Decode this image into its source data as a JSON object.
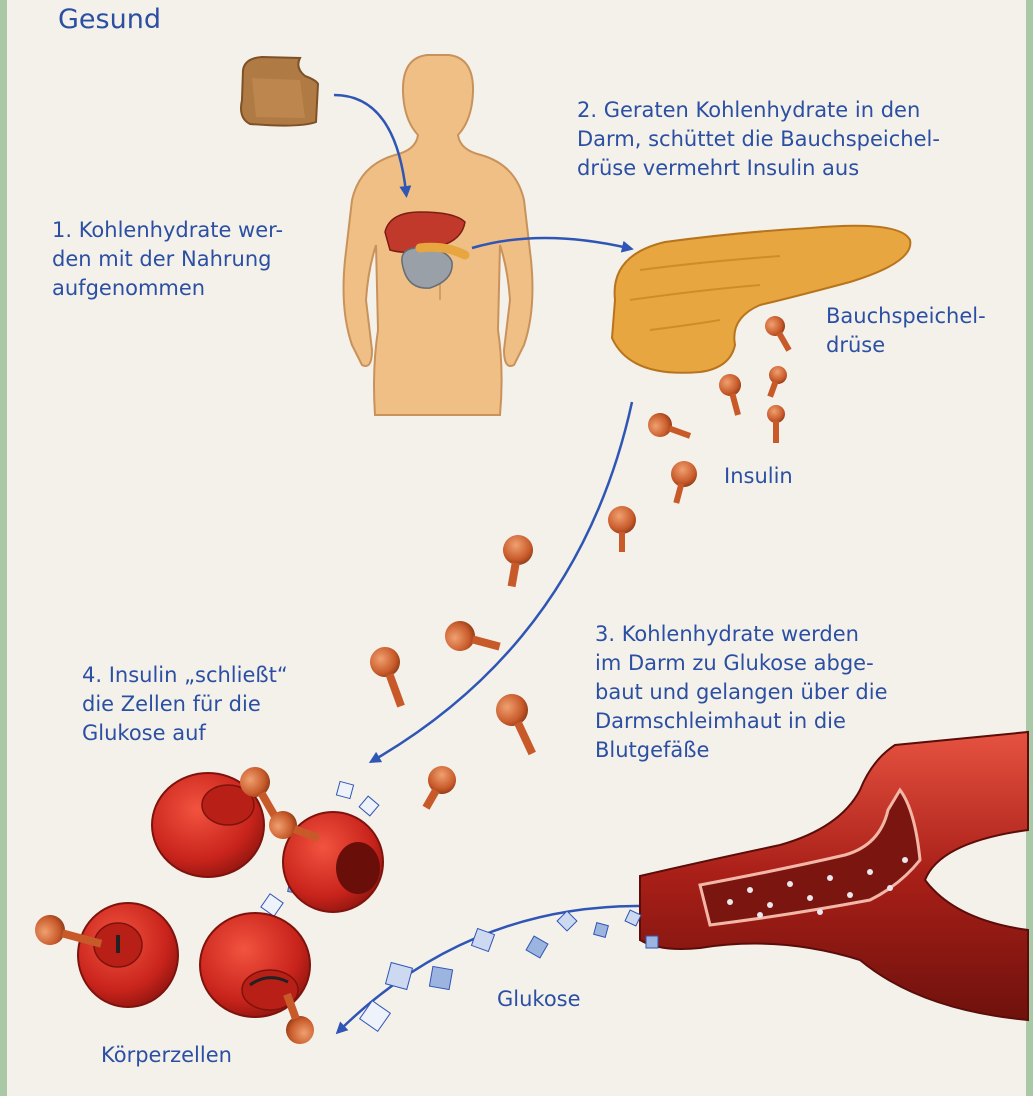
{
  "title": "Gesund",
  "labels": {
    "step1": "1. Kohlenhydrate wer-\nden mit der Nahrung\naufgenommen",
    "step2": "2. Geraten Kohlenhydrate in den\nDarm, schüttet die Bauchspeichel-\ndrüse vermehrt Insulin aus",
    "pancreas": "Bauchspeichel-\ndrüse",
    "insulin": "Insulin",
    "step3": "3. Kohlenhydrate werden\nim Darm zu Glukose abge-\nbaut und gelangen über die\nDarmschleimhaut in die\nBlutgefäße",
    "step4": "4. Insulin „schließt“\ndie Zellen für die\nGlukose auf",
    "glucose": "Glukose",
    "cells": "Körperzellen"
  },
  "colors": {
    "text": "#2b4fa3",
    "arrow": "#2f55b5",
    "body_skin": "#efbf86",
    "organ_liver": "#c0392b",
    "pancreas": "#e8a640",
    "insulin": "#c85a2a",
    "cell_red": "#d42b22",
    "glucose_cube": "#9bb4e0"
  },
  "icons": {
    "food": "bread-slice-icon",
    "body": "human-body-icon",
    "pancreas": "pancreas-organ-icon",
    "insulin": "insulin-key-icon",
    "glucose": "glucose-cube-icon",
    "cell": "body-cell-icon",
    "vessel": "blood-vessel-icon"
  }
}
